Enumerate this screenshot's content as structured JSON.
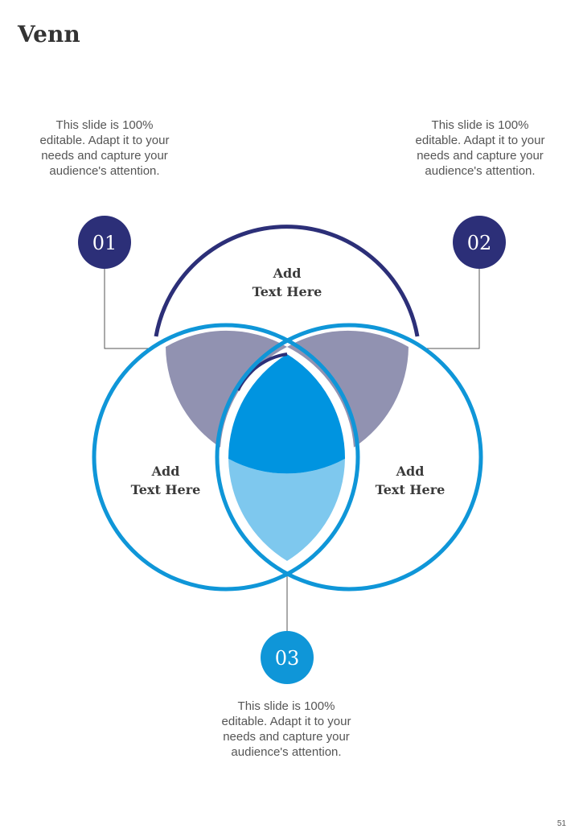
{
  "title": "Venn",
  "page_number": "51",
  "colors": {
    "navy": "#2c2f78",
    "blue": "#0f96d8",
    "purple_fill": "#9192b1",
    "bright_blue": "#0094e0",
    "light_blue": "#7ec8ee",
    "text_gray": "#555555"
  },
  "callouts": [
    {
      "id": "01",
      "text": "This slide is 100% editable. Adapt it to your needs and capture your audience's attention."
    },
    {
      "id": "02",
      "text": "This slide is 100% editable. Adapt it to your needs and capture your audience's attention."
    },
    {
      "id": "03",
      "text": "This slide is 100% editable. Adapt it to your needs and capture your audience's attention."
    }
  ],
  "venn": {
    "top": {
      "line1": "Add",
      "line2": "Text Here"
    },
    "left": {
      "line1": "Add",
      "line2": "Text Here"
    },
    "right": {
      "line1": "Add",
      "line2": "Text Here"
    }
  }
}
